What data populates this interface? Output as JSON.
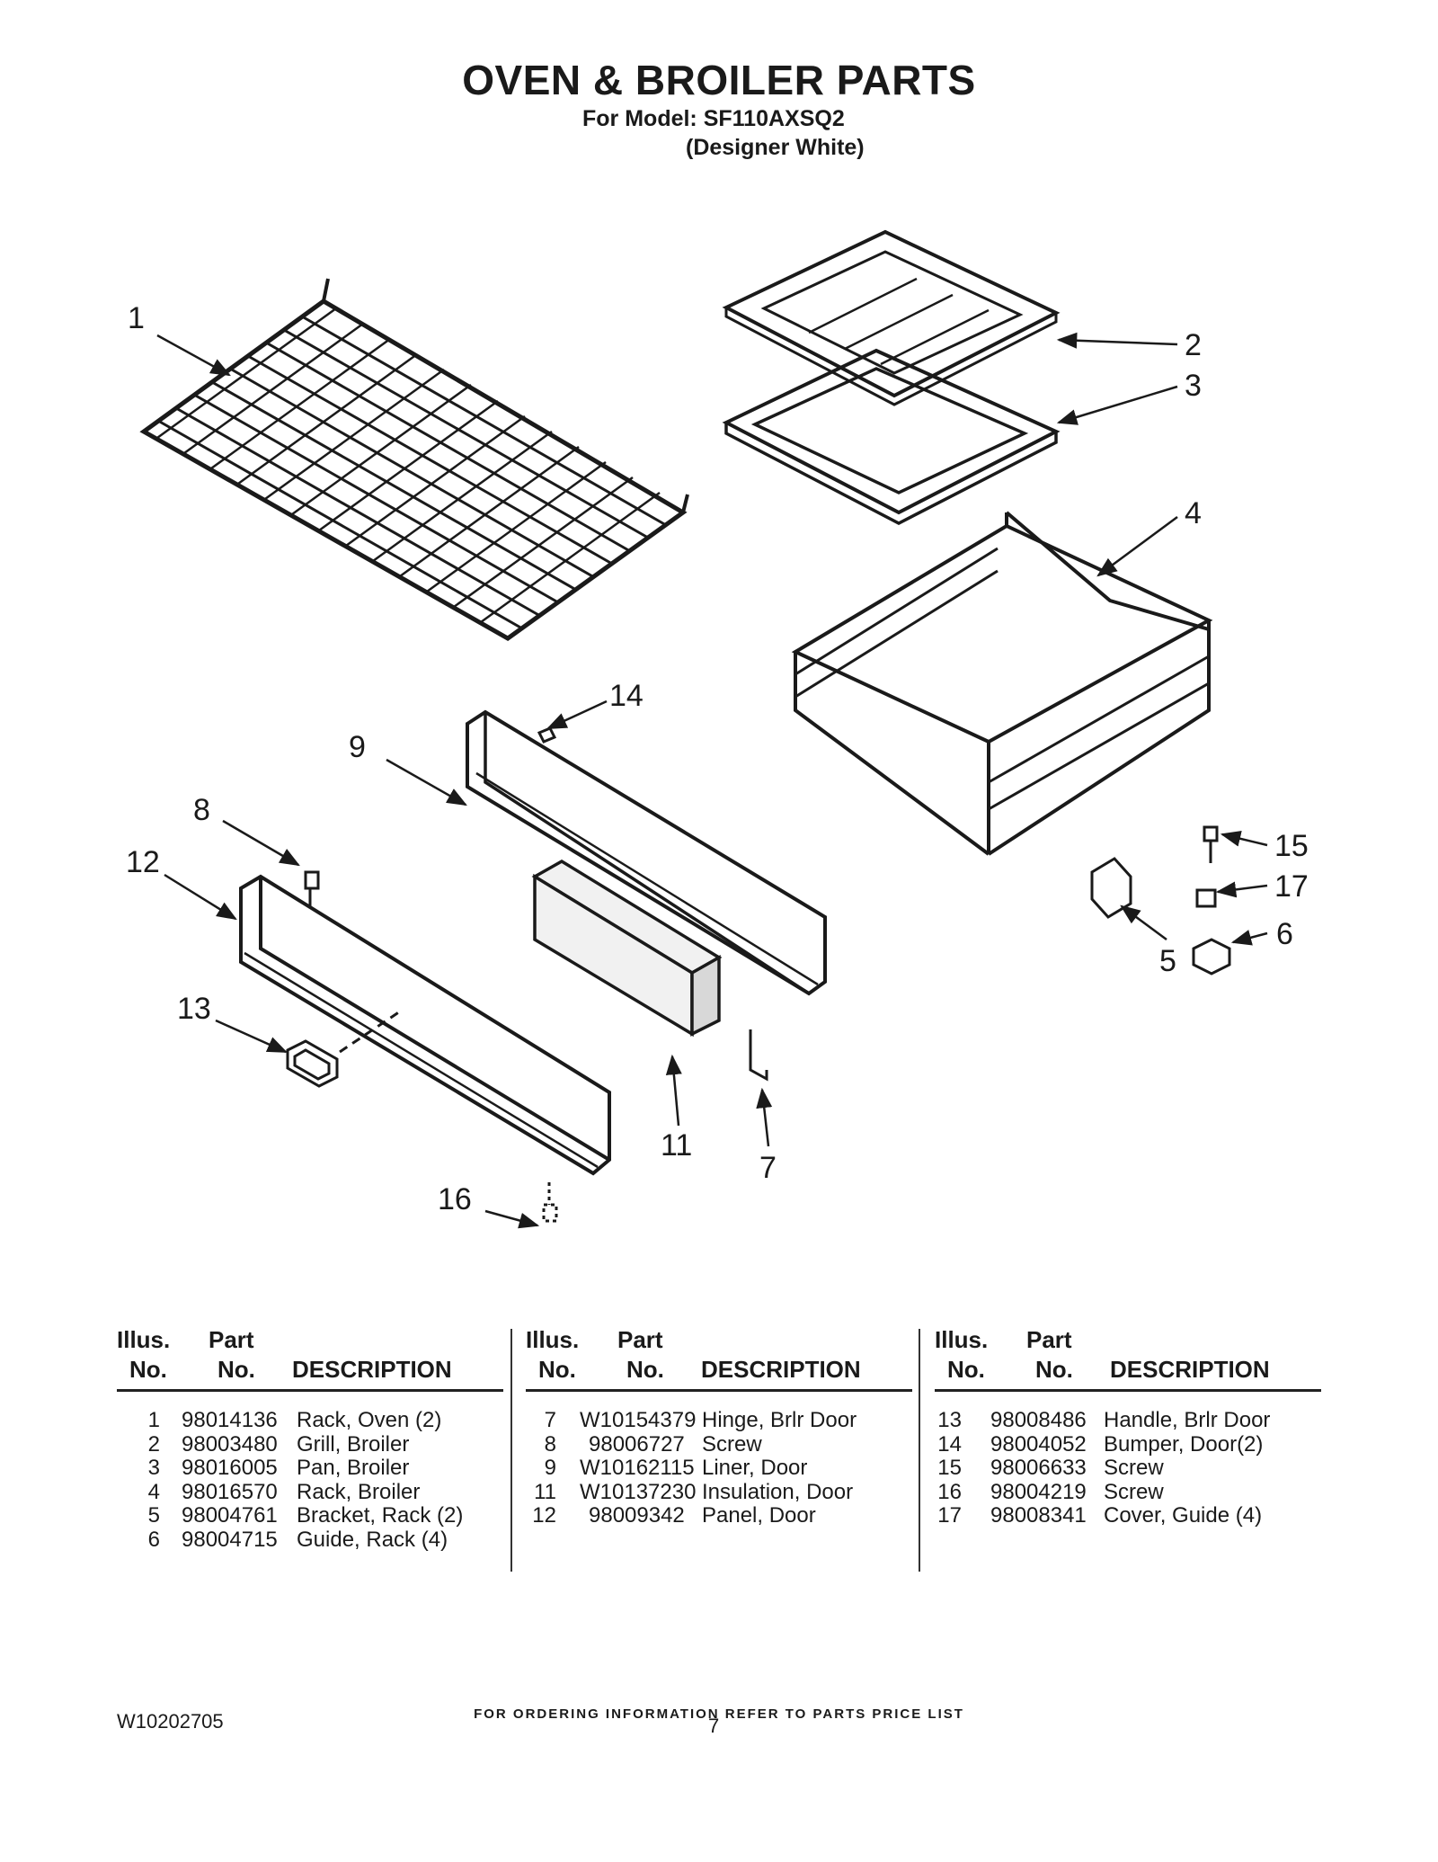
{
  "header": {
    "title": "OVEN & BROILER PARTS",
    "model": "For Model: SF110AXSQ2",
    "variant": "(Designer White)"
  },
  "callouts": [
    "1",
    "2",
    "3",
    "4",
    "5",
    "6",
    "7",
    "8",
    "9",
    "11",
    "12",
    "13",
    "14",
    "15",
    "16",
    "17"
  ],
  "table": {
    "headers": {
      "illus_top": "Illus.",
      "illus_bottom": "No.",
      "part_top": "Part",
      "part_bottom": "No.",
      "description": "DESCRIPTION"
    },
    "columns": [
      [
        {
          "num": "1",
          "part": "98014136",
          "desc": "Rack, Oven (2)"
        },
        {
          "num": "2",
          "part": "98003480",
          "desc": "Grill, Broiler"
        },
        {
          "num": "3",
          "part": "98016005",
          "desc": "Pan, Broiler"
        },
        {
          "num": "4",
          "part": "98016570",
          "desc": "Rack, Broiler"
        },
        {
          "num": "5",
          "part": "98004761",
          "desc": "Bracket, Rack (2)"
        },
        {
          "num": "6",
          "part": "98004715",
          "desc": "Guide, Rack (4)"
        }
      ],
      [
        {
          "num": "7",
          "part": "W10154379",
          "desc": "Hinge, Brlr Door"
        },
        {
          "num": "8",
          "part": "98006727",
          "desc": "Screw"
        },
        {
          "num": "9",
          "part": "W10162115",
          "desc": "Liner, Door"
        },
        {
          "num": "11",
          "part": "W10137230",
          "desc": "Insulation, Door"
        },
        {
          "num": "12",
          "part": "98009342",
          "desc": "Panel, Door"
        }
      ],
      [
        {
          "num": "13",
          "part": "98008486",
          "desc": "Handle, Brlr Door"
        },
        {
          "num": "14",
          "part": "98004052",
          "desc": "Bumper, Door(2)"
        },
        {
          "num": "15",
          "part": "98006633",
          "desc": "Screw"
        },
        {
          "num": "16",
          "part": "98004219",
          "desc": "Screw"
        },
        {
          "num": "17",
          "part": "98008341",
          "desc": "Cover, Guide (4)"
        }
      ]
    ]
  },
  "footer": {
    "ordering_note": "FOR ORDERING INFORMATION REFER TO PARTS PRICE LIST",
    "doc_number": "W10202705",
    "page_number": "7"
  }
}
